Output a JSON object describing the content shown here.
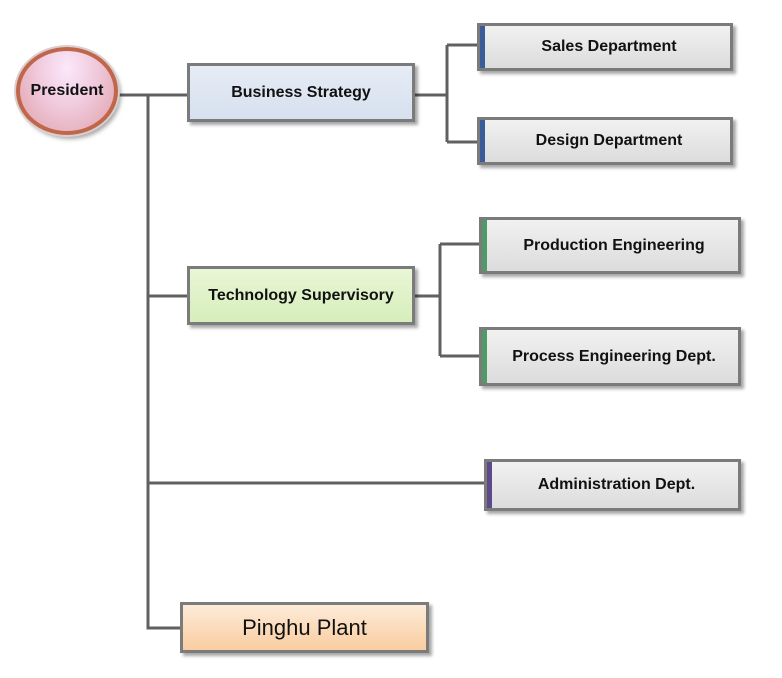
{
  "nodes": {
    "president": "President",
    "business_strategy": "Business Strategy",
    "technology_supervisory": "Technology Supervisory",
    "pinghu_plant": "Pinghu Plant",
    "sales_department": "Sales Department",
    "design_department": "Design Department",
    "production_engineering": "Production Engineering",
    "process_engineering": "Process Engineering Dept.",
    "administration": "Administration Dept."
  },
  "colors": {
    "connector": "#606060",
    "box_border": "#7b7b7b",
    "president_border": "#c0664b",
    "business_fill": "#dce5f2",
    "technology_fill": "#dff1c8",
    "pinghu_fill": "#fbd9b5",
    "dept_fill": "#e6e6e6",
    "accent_blue": "#3a5d9a",
    "accent_green": "#4f9a67",
    "accent_purple": "#5e4a8a"
  }
}
